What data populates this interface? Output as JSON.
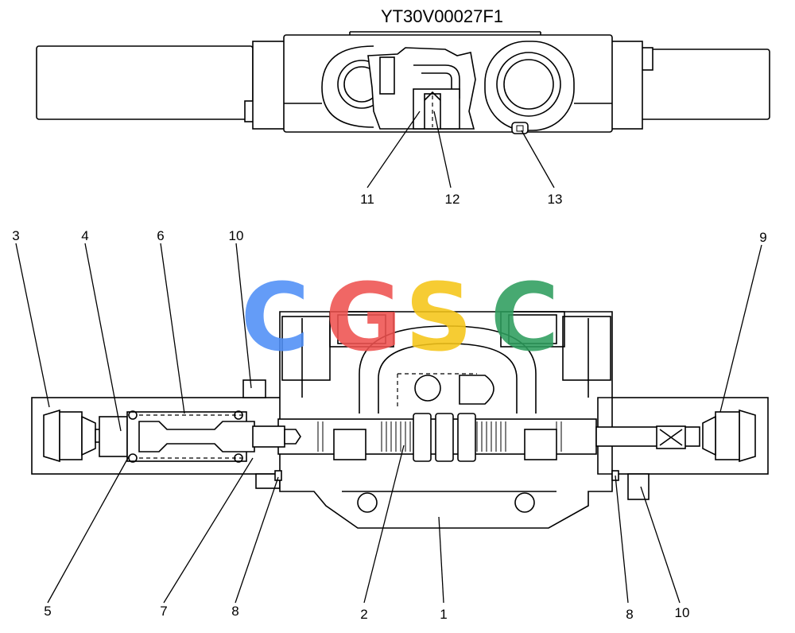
{
  "drawing_code": "YT30V00027F1",
  "watermark": {
    "letters": [
      "C",
      "G",
      "S",
      "C"
    ],
    "colors": [
      "#4f8ff7",
      "#ef5350",
      "#f5c518",
      "#2e9e5e"
    ]
  },
  "top_view_labels": [
    "11",
    "12",
    "13"
  ],
  "section_labels_top": [
    "3",
    "4",
    "6",
    "10",
    "9"
  ],
  "section_labels_bottom": [
    "5",
    "7",
    "8",
    "2",
    "1",
    "8",
    "10"
  ]
}
